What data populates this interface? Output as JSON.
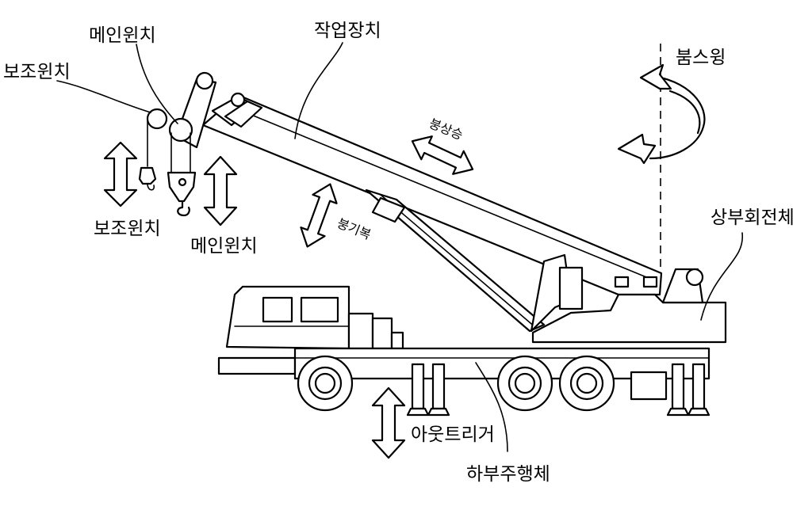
{
  "labels": {
    "aux_winch_top": "보조윈치",
    "main_winch_top": "메인윈치",
    "work_device": "작업장치",
    "boom_swing": "붐스윙",
    "boom_raise": "붕상승",
    "boom_luff": "붕기복",
    "aux_winch_bottom": "보조윈치",
    "main_winch_bottom": "메인윈치",
    "upper_slewing_body": "상부회전체",
    "outrigger": "아웃트리거",
    "lower_traveling_body": "하부주행체"
  }
}
